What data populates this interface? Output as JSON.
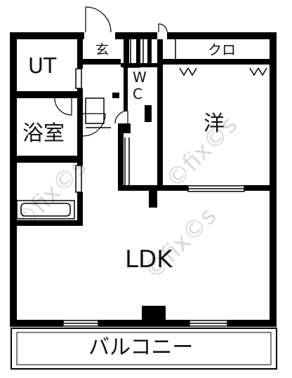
{
  "rooms": {
    "ut": "UT",
    "entrance": "玄",
    "closet": "クロ",
    "wc_w": "W",
    "wc_c": "C",
    "western_room": "洋",
    "bathroom": "浴室",
    "ldk": "LDK",
    "balcony": "バルコニー"
  },
  "watermark": "©fix©s",
  "colors": {
    "wall": "#000000",
    "background": "#ffffff",
    "watermark": "#d9d9d9"
  }
}
